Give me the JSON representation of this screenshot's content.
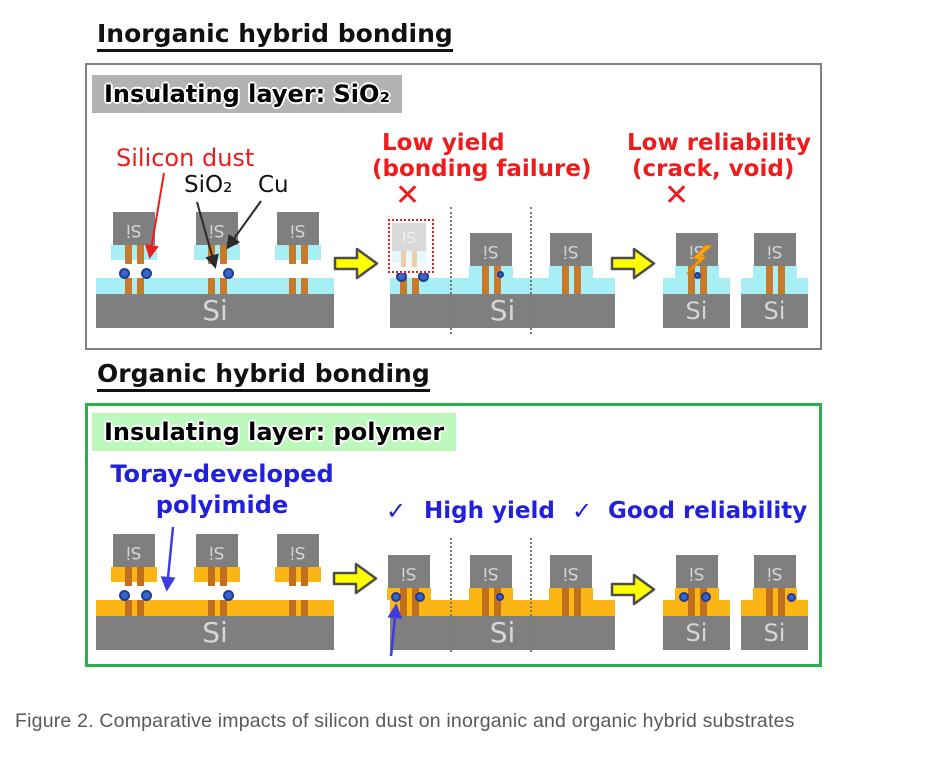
{
  "figure": {
    "caption": "Figure 2. Comparative impacts of silicon dust on inorganic and organic hybrid substrates"
  },
  "inorganic": {
    "title": "Inorganic hybrid bonding",
    "header": "Insulating layer: SiO₂",
    "labels": {
      "silicon_dust": "Silicon dust",
      "sio2": "SiO₂",
      "cu": "Cu"
    },
    "issue1": {
      "line1": "Low yield",
      "line2": "(bonding failure)",
      "mark": "✕"
    },
    "issue2": {
      "line1": "Low reliability",
      "line2": "(crack, void)",
      "mark": "✕"
    }
  },
  "organic": {
    "title": "Organic hybrid bonding",
    "header": "Insulating layer: polymer",
    "labels": {
      "line1": "Toray-developed",
      "line2": "polyimide"
    },
    "benefit1": {
      "mark": "✓",
      "text": "High yield"
    },
    "benefit2": {
      "mark": "✓",
      "text": "Good reliability"
    }
  },
  "diagram": {
    "chip_label": "Si",
    "substrate_label": "Si"
  },
  "colors": {
    "red": "#ee1c1c",
    "blue": "#2020dd",
    "box_gray_border": "#808080",
    "header_gray_bg": "#b2b2b2",
    "box_green_border": "#2bb14c",
    "header_green_bg": "#bdf8bd",
    "silicon_gray": "#7f7f7f",
    "chip_text": "#d6d6d6",
    "insulator_inorganic": "#a8eef5",
    "insulator_organic": "#fdb515",
    "copper_via": "#c8792b",
    "copper_via_organic": "#c06f1e",
    "dust_fill": "#3a63c8",
    "dust_edge": "#1d3c96",
    "arrow_yellow": "#ffff00",
    "arrow_yellow_edge": "#4d4d4d",
    "bolt_orange": "#f9a51a",
    "ghost_chip": "#d9d9d9",
    "ghost_ins": "#e6f9fa",
    "ghost_via": "#eccfa8",
    "caption_gray": "#595959"
  }
}
